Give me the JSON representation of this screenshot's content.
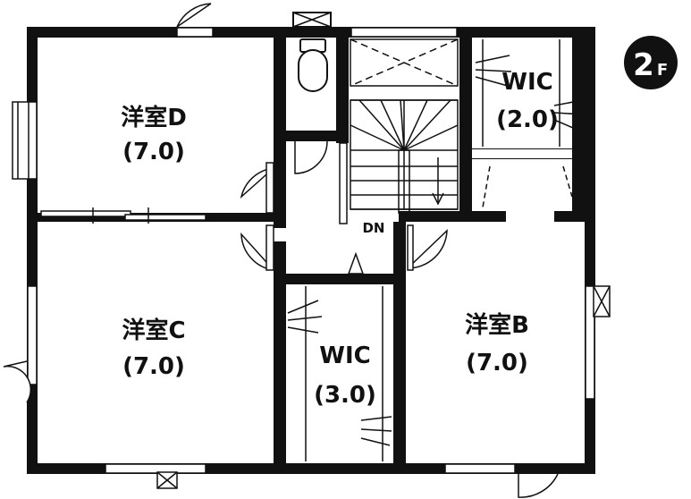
{
  "floor_badge": {
    "number": "2",
    "suffix": "F",
    "color": "#111111"
  },
  "rooms": {
    "d": {
      "name": "洋室D",
      "size": "(7.0)"
    },
    "c": {
      "name": "洋室C",
      "size": "(7.0)"
    },
    "b": {
      "name": "洋室B",
      "size": "(7.0)"
    },
    "wic_top": {
      "name": "WIC",
      "size": "(2.0)"
    },
    "wic_mid": {
      "name": "WIC",
      "size": "(3.0)"
    }
  },
  "stairs": {
    "label": "DN"
  },
  "colors": {
    "wall": "#111111",
    "background": "#ffffff"
  },
  "icons": [
    "toilet-icon",
    "stairs-down-arrow-icon",
    "door-swing-icon",
    "window-icon"
  ]
}
